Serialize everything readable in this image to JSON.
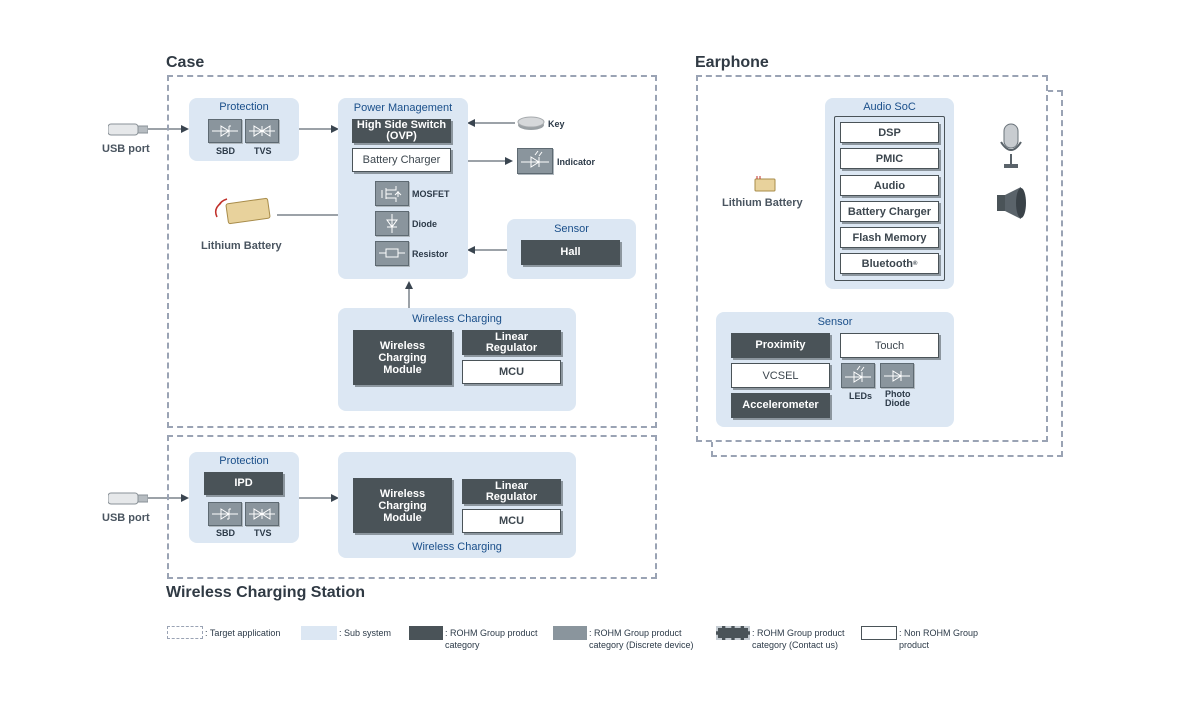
{
  "titles": {
    "case": "Case",
    "earphone": "Earphone",
    "station": "Wireless Charging Station"
  },
  "case": {
    "usb_port": "USB port",
    "lithium_battery": "Lithium Battery",
    "protection": {
      "title": "Protection",
      "sbd": "SBD",
      "tvs": "TVS"
    },
    "power_management": {
      "title": "Power Management",
      "high_side_switch": "High Side Switch (OVP)",
      "battery_charger": "Battery Charger",
      "mosfet": "MOSFET",
      "diode": "Diode",
      "resistor": "Resistor"
    },
    "key": "Key",
    "indicator": "Indicator",
    "sensor": {
      "title": "Sensor",
      "hall": "Hall"
    },
    "wireless_charging": {
      "title": "Wireless Charging",
      "module": "Wireless Charging Module",
      "linear_regulator": "Linear Regulator",
      "mcu": "MCU"
    }
  },
  "station": {
    "usb_port": "USB port",
    "protection": {
      "title": "Protection",
      "ipd": "IPD",
      "sbd": "SBD",
      "tvs": "TVS"
    },
    "wireless_charging": {
      "title": "Wireless Charging",
      "module": "Wireless Charging Module",
      "linear_regulator": "Linear Regulator",
      "mcu": "MCU"
    }
  },
  "earphone": {
    "lithium_battery": "Lithium Battery",
    "audio_soc": {
      "title": "Audio SoC",
      "dsp": "DSP",
      "pmic": "PMIC",
      "audio": "Audio",
      "battery_charger": "Battery Charger",
      "flash_memory": "Flash Memory",
      "bluetooth": "Bluetooth",
      "bluetooth_mark": "®"
    },
    "sensor": {
      "title": "Sensor",
      "proximity": "Proximity",
      "touch": "Touch",
      "vcsel": "VCSEL",
      "accelerometer": "Accelerometer",
      "leds": "LEDs",
      "photo_diode": "Photo Diode"
    }
  },
  "legend": {
    "target": ": Target application",
    "subsystem": ": Sub system",
    "rohm_product": ": ROHM Group product category",
    "rohm_discrete": ": ROHM Group product category (Discrete device)",
    "rohm_contact": ": ROHM Group product category (Contact us)",
    "non_rohm": ": Non ROHM Group product"
  },
  "colors": {
    "subsystem": "#dce7f3",
    "rohm_product": "#4a5358",
    "rohm_discrete": "#8a959d",
    "dashed": "#9aa3b4",
    "title_blue": "#1a4f8a"
  }
}
